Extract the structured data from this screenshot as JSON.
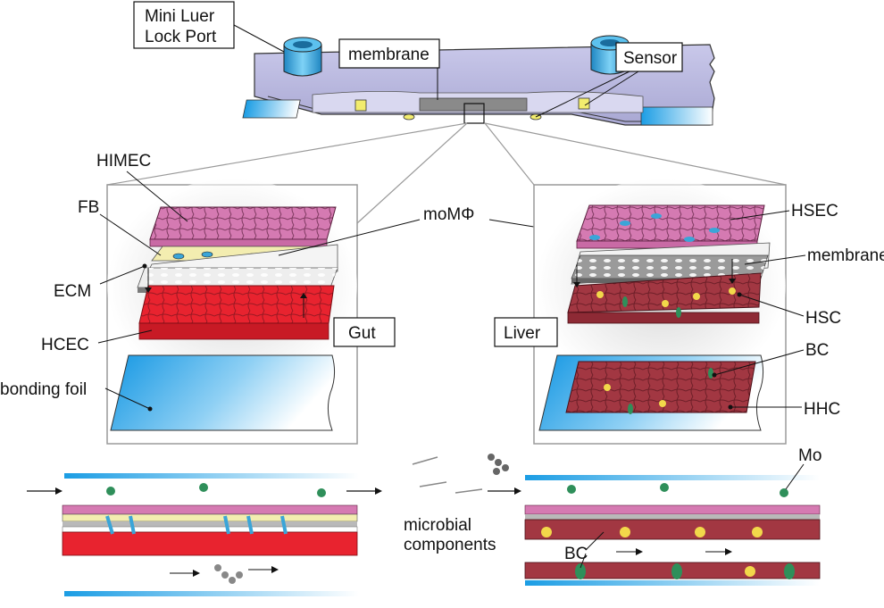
{
  "chip": {
    "port_label_line1": "Mini Luer",
    "port_label_line2": "Lock Port",
    "membrane_label": "membrane",
    "sensor_label": "Sensor"
  },
  "gut_panel": {
    "title": "Gut",
    "labels": {
      "himec": "HIMEC",
      "fb": "FB",
      "ecm": "ECM",
      "hcec": "HCEC",
      "bonding_foil": "bonding foil"
    }
  },
  "liver_panel": {
    "title": "Liver",
    "labels": {
      "hsec": "HSEC",
      "membrane": "membrane",
      "hsc": "HSC",
      "bc": "BC",
      "hhc": "HHC"
    }
  },
  "shared": {
    "momphi": "moMΦ"
  },
  "bottom": {
    "microbial_line1": "microbial",
    "microbial_line2": "components",
    "bc": "BC",
    "mo": "Mo"
  },
  "colors": {
    "chip_body": "#b7b6dd",
    "blue_gradient_start": "#1ea0e6",
    "pink_layer": "#d57ab2",
    "yellow_layer": "#f3edb0",
    "red_epithelium": "#e8232f",
    "liver_red": "#a23742",
    "macrophage_blue": "#3aa5d8",
    "monocyte_green": "#2f8f5a"
  }
}
